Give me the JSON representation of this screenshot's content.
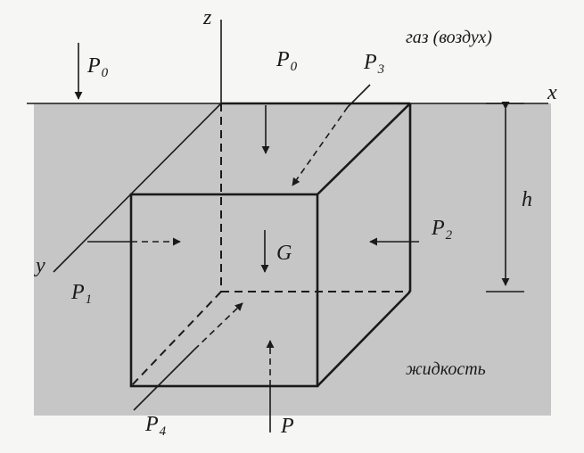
{
  "diagram": {
    "axes": {
      "x": "x",
      "y": "y",
      "z": "z"
    },
    "labels": {
      "gas": "газ (воздух)",
      "liquid": "жидкость",
      "height": "h",
      "gravity": "G",
      "pressure": "P"
    },
    "forces": [
      {
        "base": "P",
        "sub": "0"
      },
      {
        "base": "P",
        "sub": "0"
      },
      {
        "base": "P",
        "sub": "1"
      },
      {
        "base": "P",
        "sub": "2"
      },
      {
        "base": "P",
        "sub": "3"
      },
      {
        "base": "P",
        "sub": "4"
      }
    ],
    "colors": {
      "liquid_fill": "#c6c6c6",
      "background": "#f6f6f4",
      "ink": "#1a1a1a"
    }
  }
}
